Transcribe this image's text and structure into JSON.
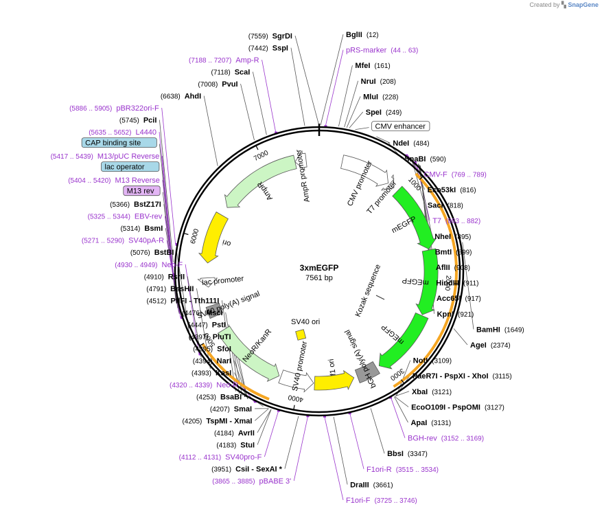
{
  "watermark": {
    "prefix": "Created by",
    "brand": "SnapGene"
  },
  "map": {
    "name": "3xmEGFP",
    "size_label": "7561 bp",
    "total_bp": 7561,
    "ticks": [
      {
        "bp": 1000,
        "label": "1000"
      },
      {
        "bp": 2000,
        "label": "2000"
      },
      {
        "bp": 3000,
        "label": "3000"
      },
      {
        "bp": 4000,
        "label": "4000"
      },
      {
        "bp": 5000,
        "label": "5000"
      },
      {
        "bp": 6000,
        "label": "6000"
      },
      {
        "bp": 7000,
        "label": "7000"
      }
    ]
  },
  "labels": [
    {
      "pos": "(7559)",
      "name": "SgrDI",
      "bp": 7559,
      "side": "L",
      "color": "black"
    },
    {
      "pos": "(7442)",
      "name": "SspI",
      "bp": 7442,
      "side": "L",
      "color": "black"
    },
    {
      "pos": "(7188 .. 7207)",
      "name": "Amp-R",
      "bp": 7197,
      "side": "L",
      "color": "purple"
    },
    {
      "pos": "(7118)",
      "name": "ScaI",
      "bp": 7118,
      "side": "L",
      "color": "black"
    },
    {
      "pos": "(7008)",
      "name": "PvuI",
      "bp": 7008,
      "side": "L",
      "color": "black"
    },
    {
      "pos": "(6638)",
      "name": "AhdI",
      "bp": 6638,
      "side": "L",
      "color": "black"
    },
    {
      "pos": "(5886 .. 5905)",
      "name": "pBR322ori-F",
      "bp": 5895,
      "side": "L",
      "color": "purple"
    },
    {
      "pos": "(5745)",
      "name": "PciI",
      "bp": 5745,
      "side": "L",
      "color": "black"
    },
    {
      "pos": "(5635 .. 5652)",
      "name": "L4440",
      "bp": 5643,
      "side": "L",
      "color": "purple"
    },
    {
      "pos": "",
      "name": "CAP binding site",
      "bp": 5600,
      "side": "L",
      "color": "box-blue"
    },
    {
      "pos": "(5417 .. 5439)",
      "name": "M13/pUC Reverse",
      "bp": 5428,
      "side": "L",
      "color": "purple"
    },
    {
      "pos": "",
      "name": "lac operator",
      "bp": 5440,
      "side": "L",
      "color": "box-blue"
    },
    {
      "pos": "(5404 .. 5420)",
      "name": "M13 Reverse",
      "bp": 5412,
      "side": "L",
      "color": "purple"
    },
    {
      "pos": "",
      "name": "M13 rev",
      "bp": 5405,
      "side": "L",
      "color": "box-purple"
    },
    {
      "pos": "(5366)",
      "name": "BstZ17I",
      "bp": 5366,
      "side": "L",
      "color": "black"
    },
    {
      "pos": "(5325 .. 5344)",
      "name": "EBV-rev",
      "bp": 5334,
      "side": "L",
      "color": "purple"
    },
    {
      "pos": "(5314)",
      "name": "BsmI",
      "bp": 5314,
      "side": "L",
      "color": "black"
    },
    {
      "pos": "(5271 .. 5290)",
      "name": "SV40pA-R",
      "bp": 5280,
      "side": "L",
      "color": "purple"
    },
    {
      "pos": "(5076)",
      "name": "BstBI",
      "bp": 5076,
      "side": "L",
      "color": "black"
    },
    {
      "pos": "(4930 .. 4949)",
      "name": "Neo-F",
      "bp": 4940,
      "side": "L",
      "color": "purple"
    },
    {
      "pos": "(4910)",
      "name": "RsrII",
      "bp": 4910,
      "side": "L",
      "color": "black"
    },
    {
      "pos": "(4791)",
      "name": "BssHII",
      "bp": 4791,
      "side": "L",
      "color": "black"
    },
    {
      "pos": "(4512)",
      "name": "PflFI  - Tth111I",
      "bp": 4512,
      "side": "L",
      "color": "black"
    },
    {
      "pos": "(4476)",
      "name": "MscI",
      "bp": 4476,
      "side": "L",
      "color": "black"
    },
    {
      "pos": "(4447)",
      "name": "PstI",
      "bp": 4447,
      "side": "L",
      "color": "black"
    },
    {
      "pos": "(4397)",
      "name": "PluTI",
      "bp": 4397,
      "side": "L",
      "color": "black"
    },
    {
      "pos": "(4395)",
      "name": "SfoI",
      "bp": 4395,
      "side": "L",
      "color": "black"
    },
    {
      "pos": "(4394)",
      "name": "NarI",
      "bp": 4394,
      "side": "L",
      "color": "black"
    },
    {
      "pos": "(4393)",
      "name": "KasI",
      "bp": 4393,
      "side": "L",
      "color": "black"
    },
    {
      "pos": "(4320 .. 4339)",
      "name": "Neo-R",
      "bp": 4330,
      "side": "L",
      "color": "purple"
    },
    {
      "pos": "(4253)",
      "name": "BsaBI *",
      "bp": 4253,
      "side": "L",
      "color": "black"
    },
    {
      "pos": "(4207)",
      "name": "SmaI",
      "bp": 4207,
      "side": "L",
      "color": "black"
    },
    {
      "pos": "(4205)",
      "name": "TspMI  - XmaI",
      "bp": 4205,
      "side": "L",
      "color": "black"
    },
    {
      "pos": "(4184)",
      "name": "AvrII",
      "bp": 4184,
      "side": "L",
      "color": "black"
    },
    {
      "pos": "(4183)",
      "name": "StuI",
      "bp": 4183,
      "side": "L",
      "color": "black"
    },
    {
      "pos": "(4112 .. 4131)",
      "name": "SV40pro-F",
      "bp": 4122,
      "side": "L",
      "color": "purple"
    },
    {
      "pos": "(3951)",
      "name": "CsiI  - SexAI *",
      "bp": 3951,
      "side": "L",
      "color": "black"
    },
    {
      "pos": "(3865 .. 3885)",
      "name": "pBABE 3'",
      "bp": 3875,
      "side": "L",
      "color": "purple"
    },
    {
      "name": "BglII",
      "pos": "(12)",
      "bp": 12,
      "side": "R",
      "color": "black"
    },
    {
      "name": "pRS-marker",
      "pos": "(44 .. 63)",
      "bp": 54,
      "side": "R",
      "color": "purple"
    },
    {
      "name": "MfeI",
      "pos": "(161)",
      "bp": 161,
      "side": "R",
      "color": "black"
    },
    {
      "name": "NruI",
      "pos": "(208)",
      "bp": 208,
      "side": "R",
      "color": "black"
    },
    {
      "name": "MluI",
      "pos": "(228)",
      "bp": 228,
      "side": "R",
      "color": "black"
    },
    {
      "name": "SpeI",
      "pos": "(249)",
      "bp": 249,
      "side": "R",
      "color": "black"
    },
    {
      "name": "CMV enhancer",
      "pos": "",
      "bp": 300,
      "side": "R",
      "color": "box-white"
    },
    {
      "name": "NdeI",
      "pos": "(484)",
      "bp": 484,
      "side": "R",
      "color": "black"
    },
    {
      "name": "SnaBI",
      "pos": "(590)",
      "bp": 590,
      "side": "R",
      "color": "black"
    },
    {
      "name": "CMV-F",
      "pos": "(769 .. 789)",
      "bp": 779,
      "side": "R",
      "color": "purple"
    },
    {
      "name": "Eco53kI",
      "pos": "(816)",
      "bp": 816,
      "side": "R",
      "color": "black"
    },
    {
      "name": "SacI",
      "pos": "(818)",
      "bp": 818,
      "side": "R",
      "color": "black"
    },
    {
      "name": "T7",
      "pos": "(863 .. 882)",
      "bp": 872,
      "side": "R",
      "color": "purple"
    },
    {
      "name": "NheI",
      "pos": "(895)",
      "bp": 895,
      "side": "R",
      "color": "black"
    },
    {
      "name": "BmtI",
      "pos": "(899)",
      "bp": 899,
      "side": "R",
      "color": "black"
    },
    {
      "name": "AflII",
      "pos": "(908)",
      "bp": 908,
      "side": "R",
      "color": "black"
    },
    {
      "name": "HindIII",
      "pos": "(911)",
      "bp": 911,
      "side": "R",
      "color": "black"
    },
    {
      "name": "Acc65I",
      "pos": "(917)",
      "bp": 917,
      "side": "R",
      "color": "black"
    },
    {
      "name": "KpnI",
      "pos": "(921)",
      "bp": 921,
      "side": "R",
      "color": "black"
    },
    {
      "name": "BamHI",
      "pos": "(1649)",
      "bp": 1649,
      "side": "R",
      "color": "black"
    },
    {
      "name": "AgeI",
      "pos": "(2374)",
      "bp": 2374,
      "side": "R",
      "color": "black"
    },
    {
      "name": "NotI",
      "pos": "(3109)",
      "bp": 3109,
      "side": "R",
      "color": "black"
    },
    {
      "name": "PaeR7I  - PspXI  - XhoI",
      "pos": "(3115)",
      "bp": 3115,
      "side": "R",
      "color": "black"
    },
    {
      "name": "XbaI",
      "pos": "(3121)",
      "bp": 3121,
      "side": "R",
      "color": "black"
    },
    {
      "name": "EcoO109I  - PspOMI",
      "pos": "(3127)",
      "bp": 3127,
      "side": "R",
      "color": "black"
    },
    {
      "name": "ApaI",
      "pos": "(3131)",
      "bp": 3131,
      "side": "R",
      "color": "black"
    },
    {
      "name": "BGH-rev",
      "pos": "(3152 .. 3169)",
      "bp": 3160,
      "side": "R",
      "color": "purple"
    },
    {
      "name": "BbsI",
      "pos": "(3347)",
      "bp": 3347,
      "side": "R",
      "color": "black"
    },
    {
      "name": "F1ori-R",
      "pos": "(3515 .. 3534)",
      "bp": 3524,
      "side": "R",
      "color": "purple"
    },
    {
      "name": "DraIII",
      "pos": "(3661)",
      "bp": 3661,
      "side": "R",
      "color": "black"
    },
    {
      "name": "F1ori-F",
      "pos": "(3725 .. 3746)",
      "bp": 3735,
      "side": "R",
      "color": "purple"
    }
  ],
  "features": [
    {
      "name": "AmpR",
      "color": "#ccf5c4",
      "dir": "ccw",
      "start": 6400,
      "end": 7300
    },
    {
      "name": "AmpR promoter",
      "color": "#ffffff",
      "dir": "ccw",
      "start": 7300,
      "end": 7420
    },
    {
      "name": "ori",
      "color": "#ffee00",
      "dir": "ccw",
      "start": 5760,
      "end": 6300
    },
    {
      "name": "lac promoter",
      "color": "#ffffff",
      "dir": "ccw",
      "start": 5500,
      "end": 5600
    },
    {
      "name": "CMV promoter",
      "color": "#ffffff",
      "dir": "cw",
      "start": 250,
      "end": 800
    },
    {
      "name": "T7 promoter",
      "color": "#ffffff",
      "dir": "cw",
      "start": 820,
      "end": 880
    },
    {
      "name": "mEGFP",
      "color": "#22ee22",
      "dir": "cw",
      "start": 930,
      "end": 1650
    },
    {
      "name": "mEGFP",
      "color": "#22ee22",
      "dir": "cw",
      "start": 1660,
      "end": 2370
    },
    {
      "name": "mEGFP",
      "color": "#22ee22",
      "dir": "cw",
      "start": 2380,
      "end": 3100
    },
    {
      "name": "bGH poly(A) signal",
      "color": "#999999",
      "dir": "none",
      "start": 3135,
      "end": 3360
    },
    {
      "name": "f1 ori",
      "color": "#ffee00",
      "dir": "ccw",
      "start": 3400,
      "end": 3830
    },
    {
      "name": "SV40 promoter",
      "color": "#ffffff",
      "dir": "ccw",
      "start": 3840,
      "end": 4200
    },
    {
      "name": "NeoR/KanR",
      "color": "#ccf5c4",
      "dir": "ccw",
      "start": 4220,
      "end": 5010
    },
    {
      "name": "SV40 poly(A) signal",
      "color": "#999999",
      "dir": "none",
      "start": 5180,
      "end": 5300
    }
  ],
  "inner_labels": [
    {
      "name": "Kozak sequence"
    },
    {
      "name": "SV40 ori"
    }
  ],
  "colors": {
    "backbone": "#000000",
    "primer": "#9933cc",
    "orange_band": "#f5a623",
    "green_band": "#7ac943"
  }
}
